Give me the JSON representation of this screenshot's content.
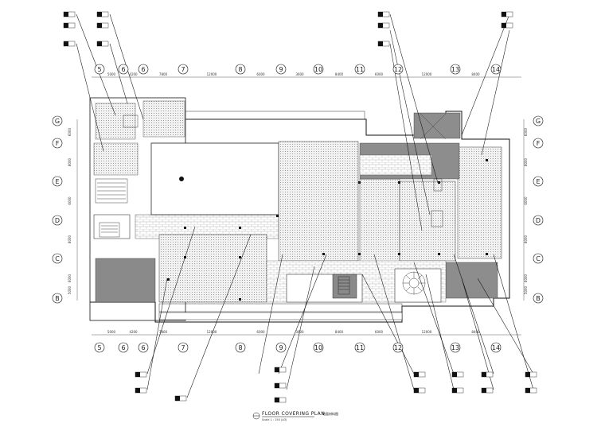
{
  "drawing": {
    "title": "FLOOR COVERING PLAN",
    "scale": "Scale 1 : 150 (A3)",
    "title_cn": "地面材料图"
  },
  "grid": {
    "top_columns": [
      "5",
      "6",
      "6",
      "7",
      "8",
      "9",
      "10",
      "11",
      "12",
      "13",
      "14"
    ],
    "bottom_columns": [
      "5",
      "6",
      "6",
      "7",
      "8",
      "9",
      "10",
      "11",
      "12",
      "13",
      "14"
    ],
    "rows": [
      "G",
      "F",
      "E",
      "D",
      "C",
      "B"
    ],
    "dims_top": [
      "5000",
      "4200",
      "7800",
      "12000",
      "6000",
      "3600",
      "8400",
      "6000",
      "12000",
      "8400"
    ],
    "dims_left": [
      "6000",
      "8000",
      "6000",
      "8000",
      "6000",
      "5000"
    ],
    "dims_right": [
      "6000",
      "8000",
      "6000",
      "8000",
      "6000",
      "5000"
    ]
  },
  "colors": {
    "line": "#111111",
    "hatch": "#9a9a9a",
    "dark_fill": "#7d7d7d",
    "light_fill": "#d7d7d7",
    "paper": "#ffffff"
  }
}
